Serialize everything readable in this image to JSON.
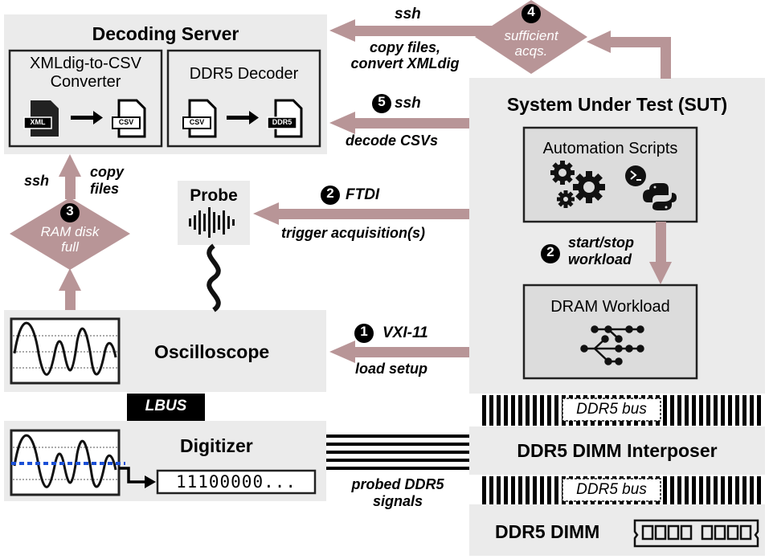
{
  "decoding_server": {
    "title": "Decoding Server",
    "converter_title": "XMLdig-to-CSV Converter",
    "decoder_title": "DDR5 Decoder",
    "file_xml": "XML",
    "file_csv": "CSV",
    "file_ddr5": "DDR5"
  },
  "sut": {
    "title": "System Under Test (SUT)",
    "automation_title": "Automation Scripts",
    "workload_title": "DRAM Workload"
  },
  "probe": {
    "title": "Probe"
  },
  "oscilloscope": {
    "title": "Oscilloscope"
  },
  "digitizer": {
    "title": "Digitizer",
    "bits": "11100000..."
  },
  "lbus": "LBUS",
  "interposer": {
    "title": "DDR5 DIMM Interposer",
    "bus_label": "DDR5 bus"
  },
  "dimm": {
    "title": "DDR5 DIMM"
  },
  "steps": {
    "one": {
      "num": "1",
      "proto": "VXI-11",
      "action": "load setup"
    },
    "two_ftdi": {
      "num": "2",
      "proto": "FTDI",
      "action": "trigger acquisition(s)"
    },
    "two_workload": {
      "num": "2",
      "action_line1": "start/stop",
      "action_line2": "workload"
    },
    "three": {
      "num": "3",
      "line1": "RAM disk",
      "line2": "full",
      "proto": "ssh",
      "action_line1": "copy",
      "action_line2": "files"
    },
    "four": {
      "num": "4",
      "line1": "sufficient",
      "line2": "acqs.",
      "proto": "ssh",
      "action_line1": "copy files,",
      "action_line2": "convert XMLdig"
    },
    "five": {
      "num": "5",
      "proto": "ssh",
      "action": "decode CSVs"
    }
  },
  "probed_signals": {
    "line1": "probed DDR5",
    "line2": "signals"
  },
  "colors": {
    "box_fill": "#ebebeb",
    "inner_fill": "#dcdcdc",
    "arrow": "#b89597",
    "border": "#222222",
    "black": "#000000",
    "accent_dashed": "#1a4fd6"
  }
}
